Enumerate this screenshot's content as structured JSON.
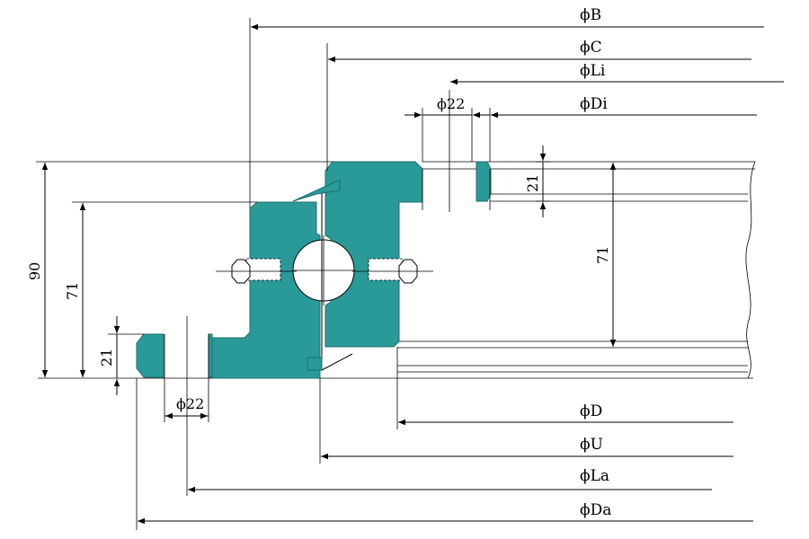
{
  "diagram": {
    "top_labels": {
      "b": "ϕB",
      "c": "ϕC",
      "li": "ϕLi",
      "di": "ϕDi",
      "hole_top": "ϕ22"
    },
    "bottom_labels": {
      "d": "ϕD",
      "u": "ϕU",
      "la": "ϕLa",
      "da": "ϕDa",
      "hole_bottom": "ϕ22"
    },
    "heights": {
      "total": "90",
      "left_71": "71",
      "right_71": "71",
      "left_21": "21",
      "right_21": "21"
    },
    "colors": {
      "ring": "#2a9a99",
      "ring_edge": "#1d6f6e",
      "line": "#000000"
    }
  }
}
